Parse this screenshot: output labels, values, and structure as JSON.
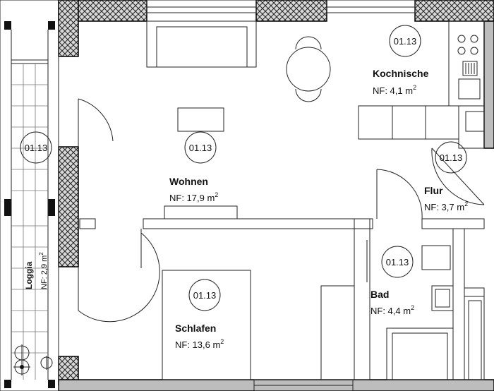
{
  "rooms": [
    {
      "key": "kochnische",
      "id": "01.13",
      "name": "Kochnische",
      "area_prefix": "NF:   4,1 m",
      "area_sup": "2"
    },
    {
      "key": "wohnen",
      "id": "01.13",
      "name": "Wohnen",
      "area_prefix": "NF: 17,9 m",
      "area_sup": "2"
    },
    {
      "key": "flur",
      "id": "01.13",
      "name": "Flur",
      "area_prefix": "NF: 3,7 m",
      "area_sup": "2"
    },
    {
      "key": "bad",
      "id": "01.13",
      "name": "Bad",
      "area_prefix": "NF: 4,4 m",
      "area_sup": "2"
    },
    {
      "key": "schlafen",
      "id": "01.13",
      "name": "Schlafen",
      "area_prefix": "NF: 13,6 m",
      "area_sup": "2"
    },
    {
      "key": "loggia",
      "id": "01.13",
      "name": "Loggia",
      "area_prefix": "NF: 2,9 m",
      "area_sup": "2"
    }
  ]
}
